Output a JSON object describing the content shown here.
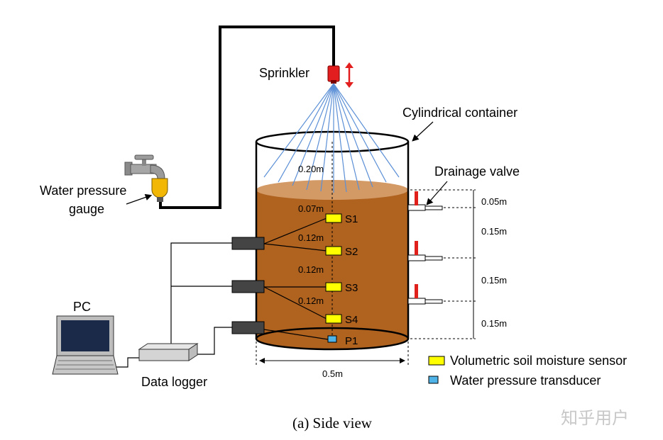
{
  "labels": {
    "sprinkler": "Sprinkler",
    "cylindrical_container": "Cylindrical container",
    "drainage_valve": "Drainage valve",
    "water_pressure_gauge_line1": "Water pressure",
    "water_pressure_gauge_line2": "gauge",
    "pc": "PC",
    "data_logger": "Data logger"
  },
  "dimensions": {
    "top_gap": "0.20m",
    "s1_depth": "0.07m",
    "s1_s2": "0.12m",
    "s2_s3": "0.12m",
    "s3_s4": "0.12m",
    "diameter": "0.5m",
    "valve_top": "0.05m",
    "valve_gap1": "0.15m",
    "valve_gap2": "0.15m",
    "valve_gap3": "0.15m"
  },
  "sensors": [
    "S1",
    "S2",
    "S3",
    "S4"
  ],
  "transducer": "P1",
  "legend": {
    "moisture_sensor": "Volumetric soil moisture sensor",
    "pressure_transducer": "Water pressure transducer"
  },
  "caption": "(a)  Side view",
  "watermark": "知乎用户",
  "colors": {
    "soil": "#b0621f",
    "soil_top": "#d39a66",
    "sensor_yellow": "#ffff00",
    "transducer_blue": "#4fb3e8",
    "valve_red": "#e0201b",
    "spray_blue": "#5b8fd6",
    "sprinkler_red": "#e31e1e"
  }
}
